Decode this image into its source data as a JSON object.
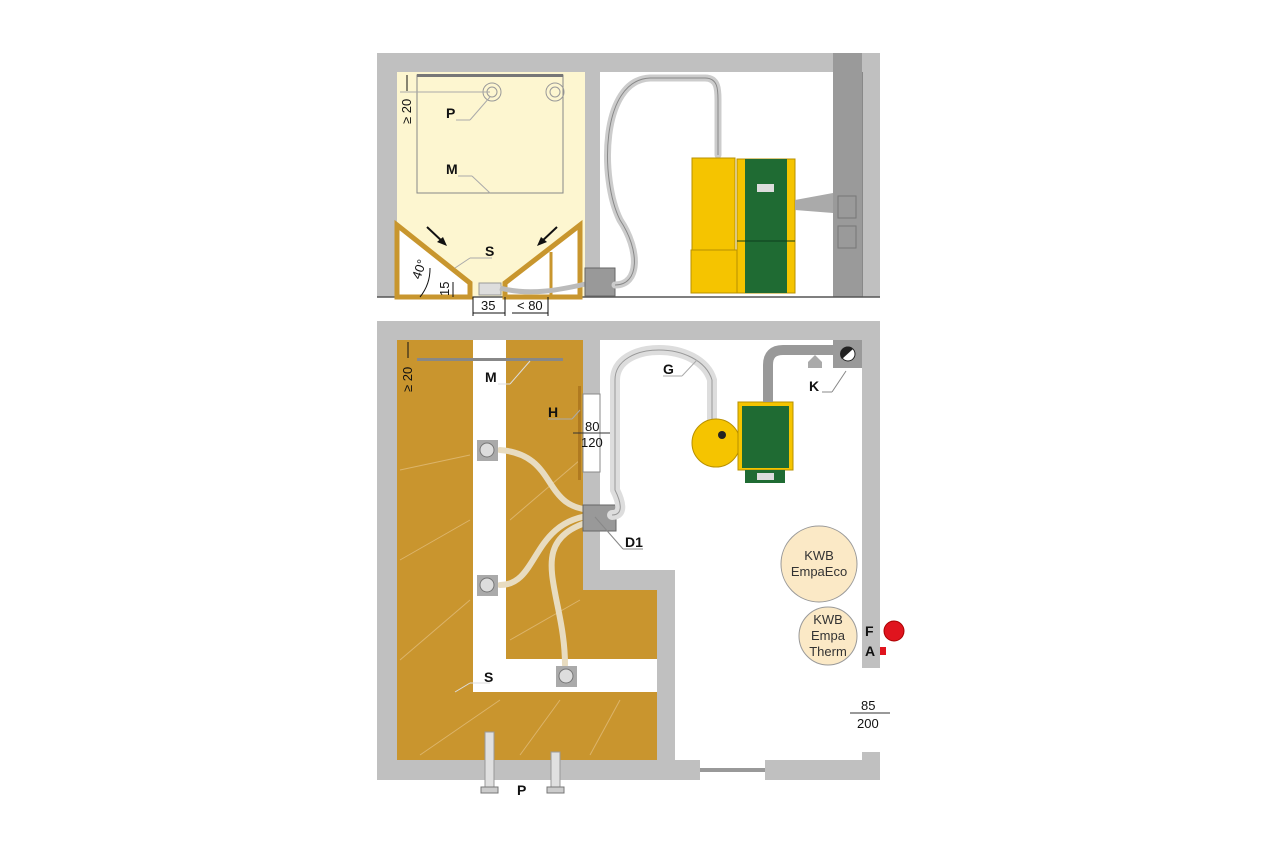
{
  "elevation": {
    "dim_top": "≥ 20",
    "label_p": "P",
    "label_m": "M",
    "label_s": "S",
    "angle": "40°",
    "dim_15": "15",
    "dim_35": "35",
    "dim_80": "< 80"
  },
  "plan": {
    "dim_top": "≥ 20",
    "label_m": "M",
    "label_h": "H",
    "dim_80": "80",
    "dim_120": "120",
    "label_g": "G",
    "label_k": "K",
    "label_d1": "D1",
    "label_s": "S",
    "label_p": "P",
    "label_f": "F",
    "label_a": "A",
    "door_dim_top": "85",
    "door_dim_bottom": "200",
    "product1": {
      "line1": "KWB",
      "line2": "EmpaEco"
    },
    "product2": {
      "line1": "KWB",
      "line2": "Empa",
      "line3": "Therm"
    }
  },
  "colors": {
    "wall": "#c0c0c0",
    "storage_plan": "#c9952e",
    "storage_elev": "#fdf6d0",
    "boiler_green": "#1f6b33",
    "boiler_yellow": "#f5c400",
    "marker_red": "#e0141e"
  }
}
